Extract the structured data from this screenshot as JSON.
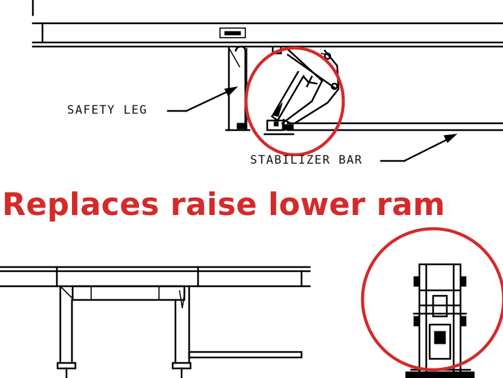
{
  "labels": {
    "safety_leg": "SAFETY LEG",
    "stabilizer_bar": "STABILIZER BAR"
  },
  "headline": "Replaces raise lower ram",
  "colors": {
    "highlight_circle": "#d42a2a",
    "headline_text": "#d42a2a",
    "line_art": "#000000"
  }
}
